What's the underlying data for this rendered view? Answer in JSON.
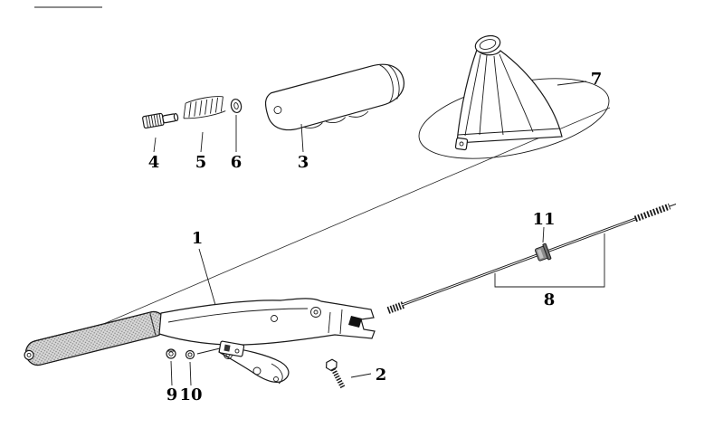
{
  "diagram": {
    "type": "exploded-parts-diagram",
    "subject": "handbrake-lever-assembly",
    "colors": {
      "background": "#ffffff",
      "line": "#1a1a1a",
      "grip_fill": "#d9d9d9",
      "grommet_fill": "#8c8c8c"
    },
    "labels": {
      "p1": "1",
      "p2": "2",
      "p3": "3",
      "p4": "4",
      "p5": "5",
      "p6": "6",
      "p7": "7",
      "p8": "8",
      "p9": "9",
      "p10": "10",
      "p11": "11"
    }
  }
}
